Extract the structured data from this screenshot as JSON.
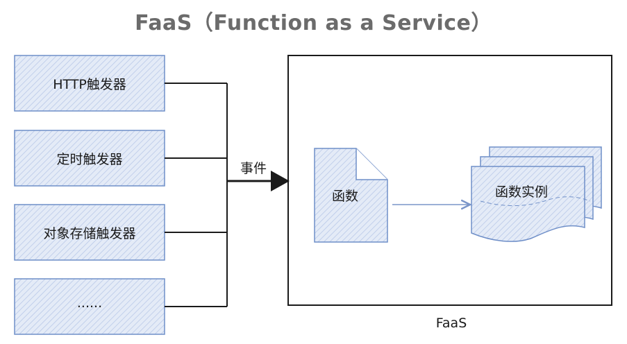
{
  "title": "FaaS（Function as a Service）",
  "triggers": [
    {
      "label": "HTTP触发器"
    },
    {
      "label": "定时触发器"
    },
    {
      "label": "对象存储触发器"
    },
    {
      "label": "......"
    }
  ],
  "event_label": "事件",
  "faas": {
    "label": "FaaS",
    "function_label": "函数",
    "instance_label": "函数实例"
  },
  "colors": {
    "box_fill": "#dde6f5",
    "box_stroke": "#6f8fc8",
    "hatch": "#b7c7e6",
    "line": "#1a1a1a",
    "arrow_blue": "#7a95c9",
    "title": "#6b6b6b"
  }
}
